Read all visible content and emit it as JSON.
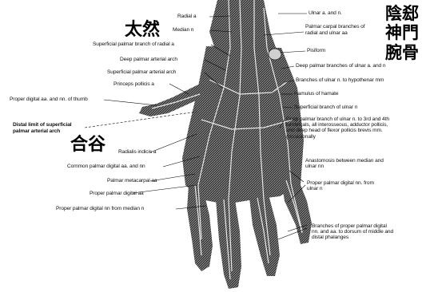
{
  "cjk": {
    "taizen": "太然",
    "goukoku": "合谷",
    "right_col1": "陰郄",
    "right_col2": "神門",
    "right_col3": "腕骨"
  },
  "labels_left": {
    "radial_a": "Radial a",
    "median_n": "Median n",
    "superficial_palmar_branch": "Superficial palmar branch of radial a",
    "deep_palmar_arterial_arch": "Deep palmar arterial arch",
    "superficial_palmar_arterial_arch": "Superficial palmar arterial arch",
    "princeps_pollicis": "Princeps pollicis a",
    "proper_digital_thumb": "Proper digital aa. and nn. of thumb",
    "distal_limit_1": "Distal limit of superficial",
    "distal_limit_2": "palmar arterial arch",
    "radialis_indicis": "Radialis indicis a",
    "common_palmar_digital": "Common palmar digital aa. and nn",
    "palmar_metacarpal": "Palmar metacarpal aa",
    "proper_palmar_digital_aa": "Proper palmar digital aa",
    "proper_palmar_digital_median": "Proper palmar digital nn from median n"
  },
  "labels_right": {
    "ulnar_a_n": "Ulnar a. and n.",
    "palmar_carpal_1": "Palmar carpal branches of",
    "palmar_carpal_2": "radial and ulnar aa",
    "pisiform": "Pisiform",
    "deep_palmar_branches": "Deep palmar branches of ulnar a. and n",
    "branches_ulnar": "Branches of ulnar n. to hypothenar mm",
    "hamulus": "Hamulus of hamate",
    "superficial_branch_ulnar": "Superficial branch of ulnar n",
    "deep_branch_text": "Deep palmar branch of ulnar n. to 3rd and 4th lumbricals, all interosseous, adductor pollicis, and deep head of flexor pollicis brevis mm. (occasionally",
    "anastomosis": "Anastomosis between median and ulnar nn",
    "proper_palmar_digital_ulnar": "Proper palmar digital nn. from ulnar n",
    "branches_proper_palmar": "Branches of proper palmar digital nn. and aa. to dorsum of middle and distal phalanges"
  },
  "colors": {
    "ink": "#000000",
    "paper": "#ffffff",
    "tissue": "#2b2b2b",
    "highlight": "#e6e6e6"
  }
}
